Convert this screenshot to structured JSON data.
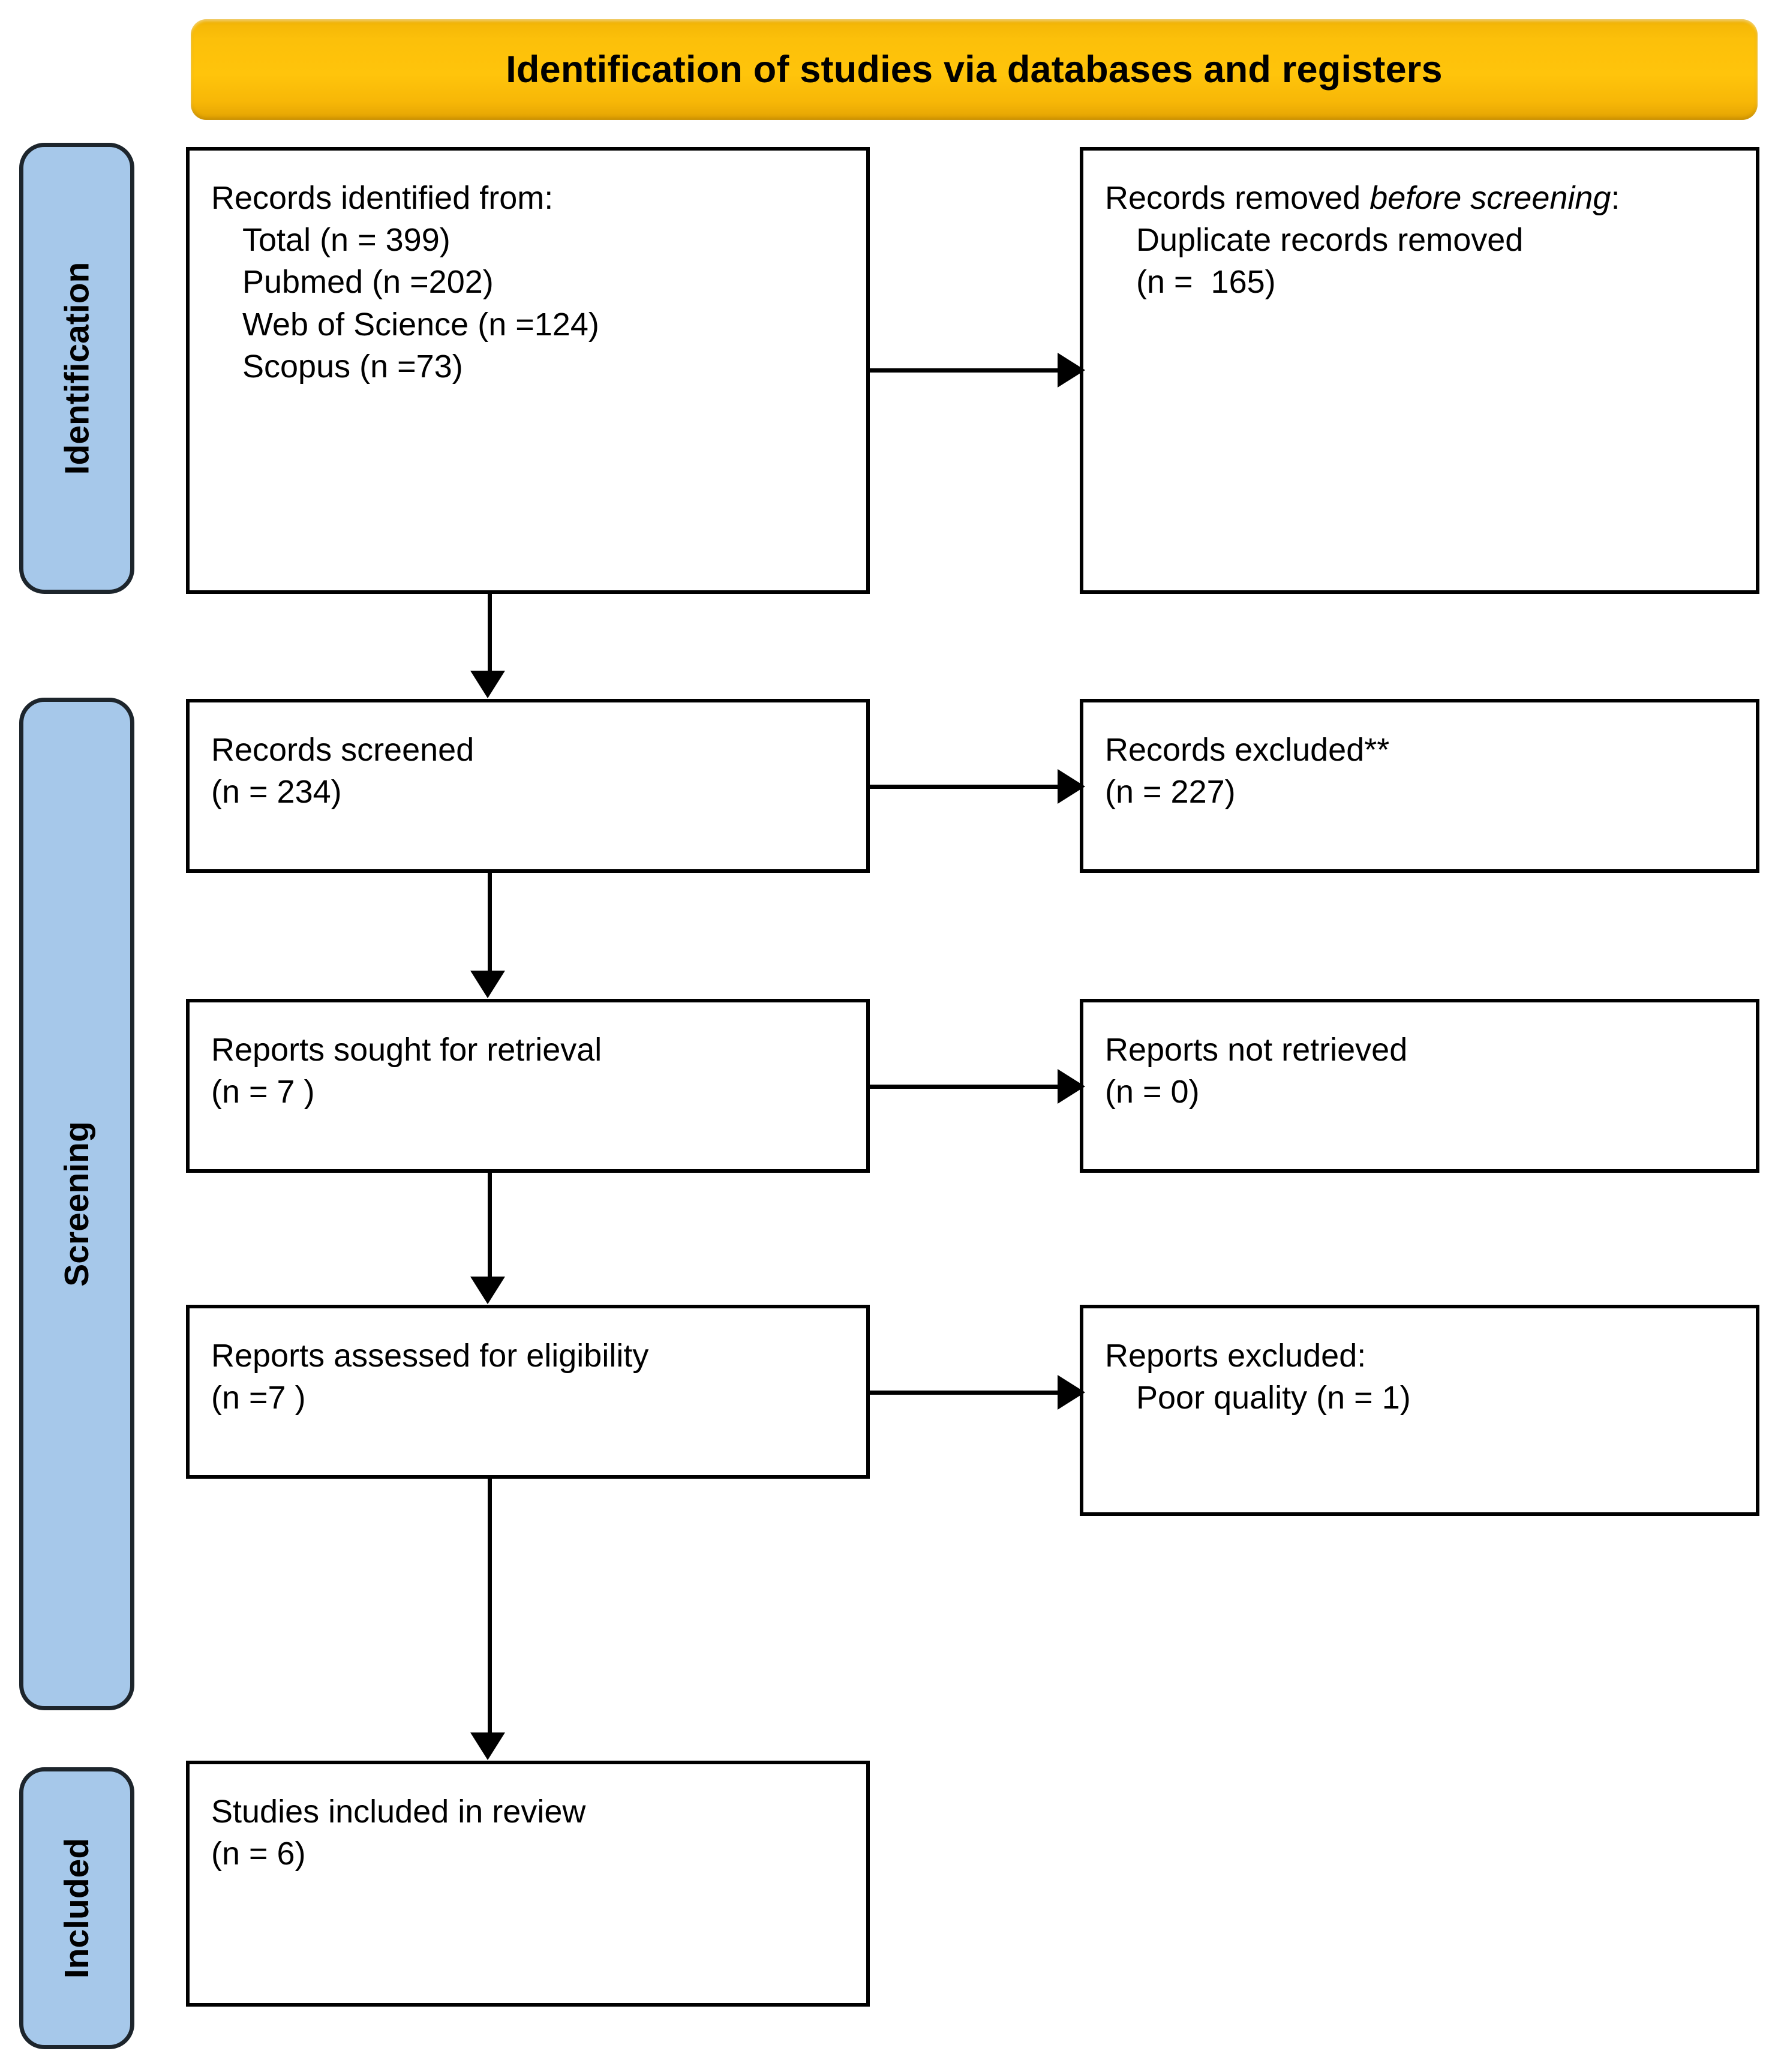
{
  "banner": {
    "title": "Identification of studies via databases and registers"
  },
  "colors": {
    "banner_fill": "#ffc40b",
    "stage_fill": "#a6c8ea",
    "stage_border": "#1d252c",
    "box_border": "#000000",
    "box_fill": "#ffffff",
    "text": "#000000"
  },
  "stages": [
    {
      "id": "identification",
      "label": "Identification"
    },
    {
      "id": "screening",
      "label": "Screening"
    },
    {
      "id": "included",
      "label": "Included"
    }
  ],
  "boxes": {
    "identified": {
      "heading": "Records identified from:",
      "lines": [
        "Total (n = 399)",
        "Pubmed (n =202)",
        "Web of Science (n =124)",
        "Scopus (n =73)"
      ]
    },
    "removed": {
      "heading_plain": "Records removed ",
      "heading_italic": "before screening",
      "heading_tail": ":",
      "lines": [
        "Duplicate records removed",
        "(n =  165)"
      ]
    },
    "screened": {
      "line1": "Records screened",
      "line2": "(n = 234)"
    },
    "excluded": {
      "line1": "Records excluded**",
      "line2": "(n = 227)"
    },
    "sought": {
      "line1": "Reports sought for retrieval",
      "line2": "(n = 7 )"
    },
    "not_retrieved": {
      "line1": "Reports not retrieved",
      "line2": "(n = 0)"
    },
    "assessed": {
      "line1": "Reports assessed for eligibility",
      "line2": "(n =7 )"
    },
    "reports_excluded": {
      "heading": "Reports excluded:",
      "lines": [
        "Poor quality (n = 1)"
      ]
    },
    "included": {
      "line1": "Studies included in review",
      "line2": "(n = 6)"
    }
  }
}
